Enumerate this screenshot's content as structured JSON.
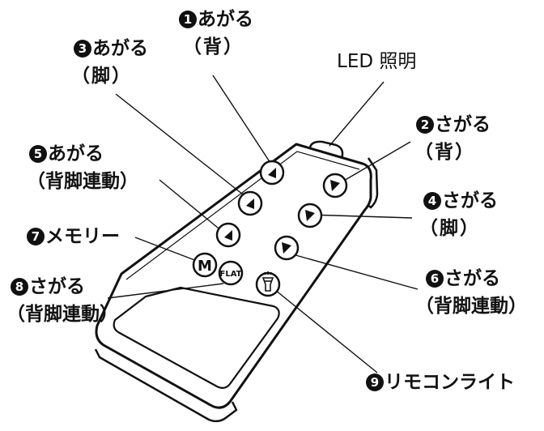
{
  "labels": {
    "up_back": {
      "num": "1",
      "line1": "あがる",
      "line2": "（背）"
    },
    "up_leg": {
      "num": "3",
      "line1": "あがる",
      "line2": "（脚）"
    },
    "led": {
      "text": "LED 照明"
    },
    "down_back": {
      "num": "2",
      "line1": "さがる",
      "line2": "（背）"
    },
    "up_both": {
      "num": "5",
      "line1": "あがる",
      "line2": "（背脚連動）"
    },
    "down_leg": {
      "num": "4",
      "line1": "さがる",
      "line2": "（脚）"
    },
    "memory": {
      "num": "7",
      "line1": "メモリー"
    },
    "down_both_l": {
      "num": "8",
      "line1": "さがる",
      "line2": "（背脚連動）"
    },
    "down_both_r": {
      "num": "6",
      "line1": "さがる",
      "line2": "（背脚連動）"
    },
    "light": {
      "num": "9",
      "line1": "リモコンライト"
    }
  },
  "buttons": {
    "memory_glyph": "M",
    "flat_glyph": "FLAT"
  }
}
